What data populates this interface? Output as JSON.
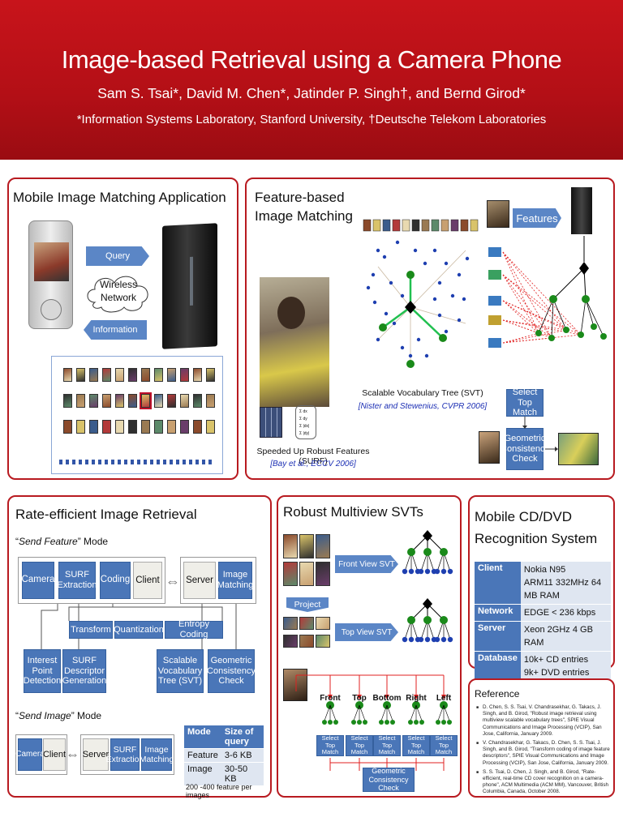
{
  "header": {
    "title": "Image-based Retrieval using a Camera Phone",
    "authors": "Sam S. Tsai*, David M. Chen*, Jatinder P. Singh†, and Bernd Girod*",
    "affiliations": "*Information Systems Laboratory, Stanford University,  †Deutsche Telekom Laboratories"
  },
  "mobile_app": {
    "title": "Mobile Image Matching Application",
    "query": "Query",
    "wireless": "Wireless\nNetwork",
    "information": "Information"
  },
  "feature_matching": {
    "title": "Feature-based\nImage Matching",
    "svt_caption": "Scalable Vocabulary Tree (SVT)",
    "svt_cite": "[Nister and Stewenius, CVPR 2006]",
    "surf_caption": "Speeded Up Robust Features (SURF)",
    "surf_cite": "[Bay et al., ECCV 2006]",
    "descriptor_rows": [
      "Σ dx",
      "Σ dy",
      "Σ |dx|",
      "Σ |dy|"
    ],
    "features": "Features",
    "select_top_match": "Select Top\nMatch",
    "geometric_check": "Geometric\nConsistency\nCheck"
  },
  "rate_efficient": {
    "title": "Rate-efficient Image Retrieval",
    "send_feature_prefix": "“",
    "send_feature_italic": "Send Feature",
    "send_feature_suffix": "” Mode",
    "send_image_prefix": "“",
    "send_image_italic": "Send Image",
    "send_image_suffix": "” Mode",
    "camera": "Camera",
    "surf_extraction": "SURF\nExtraction",
    "coding": "Coding",
    "client": "Client",
    "server": "Server",
    "image_matching": "Image\nMatching",
    "transform": "Transform",
    "quantization": "Quantization",
    "entropy_coding": "Entropy Coding",
    "interest_point": "Interest\nPoint\nDetection",
    "surf_descriptor": "SURF\nDescriptor\nGeneration",
    "scalable_vt": "Scalable\nVocabulary\nTree (SVT)",
    "geometric": "Geometric\nConsistency\nCheck",
    "table": {
      "headers": [
        "Mode",
        "Size of query"
      ],
      "rows": [
        [
          "Feature",
          "3-6 KB"
        ],
        [
          "Image",
          "30-50 KB"
        ]
      ]
    },
    "table_note": "200 -400 feature per images"
  },
  "multiview": {
    "title": "Robust Multiview SVTs",
    "front_view": "Front View SVT",
    "project": "Project",
    "top_view": "Top View SVT",
    "views": [
      "Front",
      "Top",
      "Bottom",
      "Right",
      "Left"
    ],
    "select_top_match": "Select Top\nMatch",
    "geometric": "Geometric\nConsistency Check"
  },
  "cd_dvd": {
    "title": "Mobile CD/DVD\nRecognition System",
    "rows": [
      {
        "key": "Client",
        "value": "Nokia N95\nARM11 332MHz 64 MB RAM"
      },
      {
        "key": "Network",
        "value": "EDGE < 236 kbps"
      },
      {
        "key": "Server",
        "value": "Xeon 2GHz 4 GB RAM"
      },
      {
        "key": "Database",
        "value": "10k+ CD entries\n9k+ DVD entries"
      }
    ]
  },
  "reference": {
    "title": "Reference",
    "items": [
      "D. Chen, S. S. Tsai, V. Chandrasekhar, G. Takacs, J. Singh, and B. Girod, \"Robust image retrieval using multiview scalable vocabulary trees\", SPIE Visual Communications and Image Processing (VCIP), San Jose, California, January 2009.",
      "V. Chandrasekhar, G. Takacs, D. Chen, S. S. Tsai, J. Singh, and B. Girod, \"Transform coding of image feature descriptors\", SPIE Visual Communications and Image Processing (VCIP), San Jose, California, January 2009.",
      "S. S. Tsai, D. Chen, J. Singh, and B. Girod, \"Rate-efficient, real-time CD cover recognition on a camera-phone\", ACM Multimedia (ACM MM), Vancouver, British Columbia, Canada, October 2008."
    ]
  },
  "colors": {
    "header_red": "#b8121a",
    "box_blue": "#4a76b8",
    "panel_border": "#b81a20",
    "node_green": "#1a8a1a",
    "node_blue": "#1e3fb0"
  }
}
